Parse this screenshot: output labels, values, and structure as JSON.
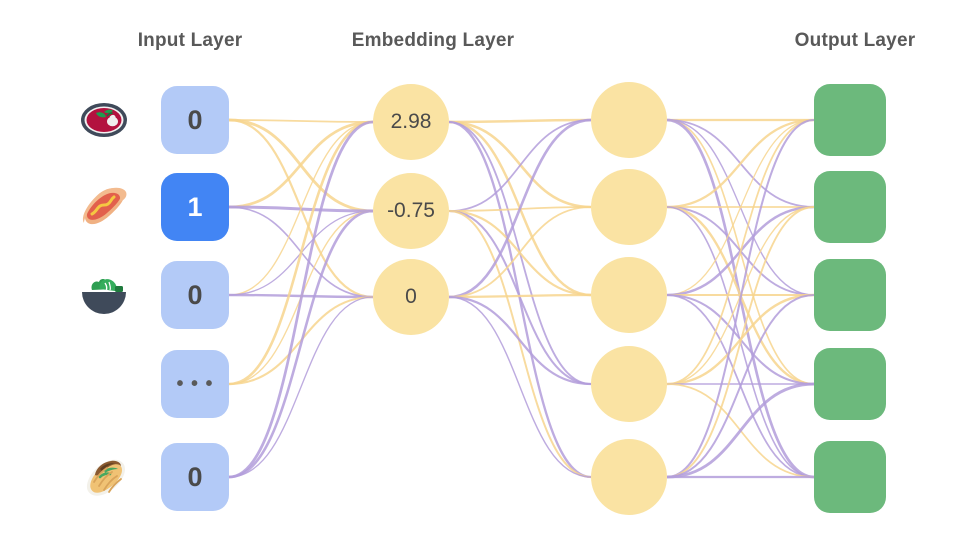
{
  "diagram": {
    "background": "#ffffff",
    "titles": {
      "input": "Input Layer",
      "embedding": "Embedding Layer",
      "output": "Output Layer"
    },
    "colors": {
      "input_box": "#b3caf7",
      "input_box_active": "#4285f4",
      "embedding_node": "#fae3a3",
      "hidden_node": "#fae3a3",
      "output_box": "#6cb97c",
      "edge_purple": "#b39ddb",
      "edge_gold": "#f7d58e",
      "title_text": "#595959",
      "value_text": "#4a4a4a",
      "active_value_text": "#ffffff"
    },
    "input_layer": {
      "items": [
        {
          "icon": "soup-bowl-icon",
          "value": "0",
          "active": false
        },
        {
          "icon": "hot-dog-icon",
          "value": "1",
          "active": true
        },
        {
          "icon": "green-salad-icon",
          "value": "0",
          "active": false
        },
        {
          "icon": "ellipsis-placeholder-icon",
          "value": "…",
          "active": false
        },
        {
          "icon": "burrito-icon",
          "value": "0",
          "active": false
        }
      ]
    },
    "embedding_layer": {
      "nodes": [
        {
          "value": "2.98"
        },
        {
          "value": "-0.75"
        },
        {
          "value": "0"
        }
      ]
    },
    "hidden_layer": {
      "node_count": 5,
      "nodes": [
        {
          "value": ""
        },
        {
          "value": ""
        },
        {
          "value": ""
        },
        {
          "value": ""
        },
        {
          "value": ""
        }
      ]
    },
    "output_layer": {
      "node_count": 5,
      "nodes": [
        {
          "value": ""
        },
        {
          "value": ""
        },
        {
          "value": ""
        },
        {
          "value": ""
        },
        {
          "value": ""
        }
      ]
    }
  }
}
